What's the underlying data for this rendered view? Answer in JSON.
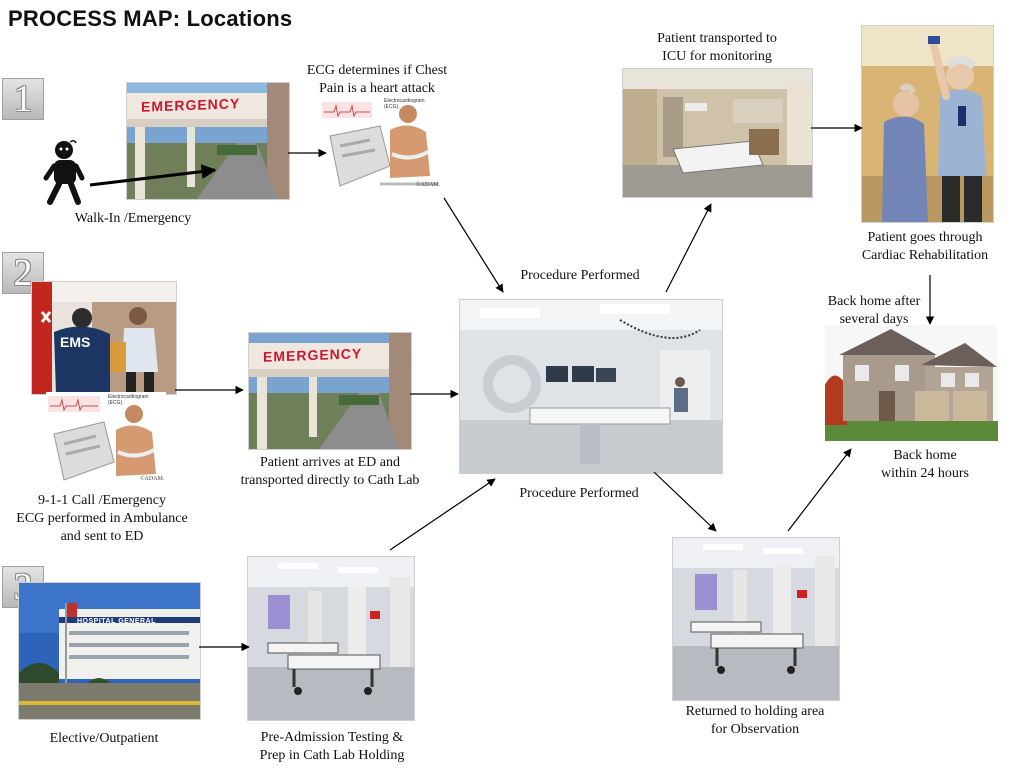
{
  "title": "PROCESS MAP: Locations",
  "step_numbers": [
    "1",
    "2",
    "3"
  ],
  "captions": {
    "walk_in": "Walk-In /Emergency",
    "ecg_line1": "ECG determines if Chest",
    "ecg_line2": "Pain is a heart attack",
    "call_line1": "9-1-1 Call /Emergency",
    "call_line2": "ECG performed in Ambulance",
    "call_line3": "and sent to ED",
    "ed_line1": "Patient arrives at ED and",
    "ed_line2": "transported directly to Cath Lab",
    "elective": "Elective/Outpatient",
    "preadmit_line1": "Pre-Admission Testing &",
    "preadmit_line2": "Prep in Cath Lab Holding",
    "procedure_top": "Procedure Performed",
    "procedure_bottom": "Procedure Performed",
    "icu_line1": "Patient transported to",
    "icu_line2": "ICU for monitoring",
    "rehab_line1": "Patient goes through",
    "rehab_line2": "Cardiac Rehabilitation",
    "home_after_line1": "Back home after",
    "home_after_line2": "several days",
    "home24_line1": "Back home",
    "home24_line2": "within 24 hours",
    "holding_line1": "Returned to holding area",
    "holding_line2": "for Observation"
  },
  "image_text": {
    "emergency_sign": "EMERGENCY",
    "ems": "EMS",
    "hospital_sign": "HOSPITAL GENERAL",
    "ecg_label_line1": "Electrocardiogram",
    "ecg_label_line2": "(ECG)",
    "adam": "©ADAM."
  },
  "colors": {
    "emergency_red": "#c9182c",
    "ems_blue": "#1c3563",
    "arrow": "#000000"
  }
}
